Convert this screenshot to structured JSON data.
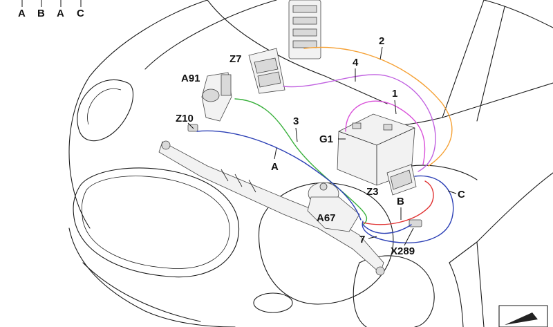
{
  "legend": [
    "A",
    "B",
    "A",
    "C"
  ],
  "labels": {
    "z7": "Z7",
    "a91": "A91",
    "z10": "Z10",
    "g1": "G1",
    "z3": "Z3",
    "a67": "A67",
    "x289": "X289",
    "n1": "1",
    "n2": "2",
    "n3": "3",
    "n4": "4",
    "n7": "7",
    "wa": "A",
    "wb": "B",
    "wc": "C"
  },
  "wire_colors": {
    "1": "#d94fd9",
    "2": "#f5a033",
    "3": "#39b03c",
    "4": "#c060e0",
    "A": "#2b3fb5",
    "B": "#e03030",
    "C": "#2b3fb5"
  },
  "icons": {
    "corner": "arrow-car-icon"
  }
}
